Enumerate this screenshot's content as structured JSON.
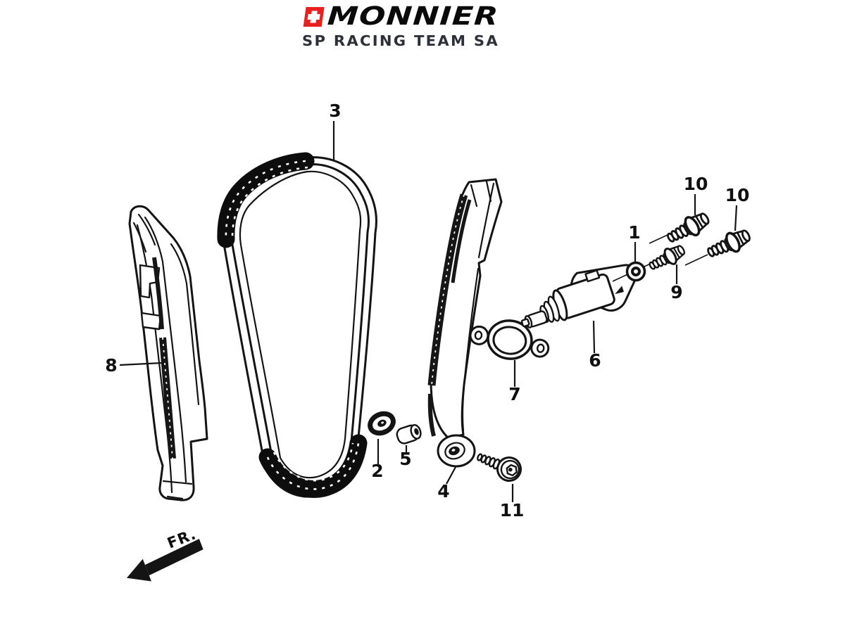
{
  "page": {
    "background": "#ffffff"
  },
  "logo": {
    "brand": "MONNIER",
    "subtitle": "SP RACING TEAM SA",
    "icon": "swiss-cross-icon",
    "colors": {
      "cross_bg": "#e8201f",
      "cross": "#ffffff",
      "brand_text": "#0a0a0b",
      "subtitle_text": "#2e3039"
    }
  },
  "diagram": {
    "ink": "#141414",
    "fr_label": "FR.",
    "labels": {
      "l1": "1",
      "l2": "2",
      "l3": "3",
      "l4": "4",
      "l5": "5",
      "l6": "6",
      "l7": "7",
      "l8": "8",
      "l9": "9",
      "l10a": "10",
      "l10b": "10",
      "l11": "11"
    }
  }
}
